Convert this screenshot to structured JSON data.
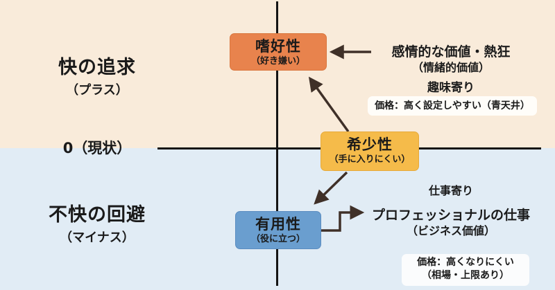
{
  "diagram": {
    "colors": {
      "upper_background": "#f9ebda",
      "lower_background": "#e1ecf5",
      "axis": "#141414",
      "arrow": "#3f3028",
      "hobby_box": "#e8834d",
      "rarity_box": "#f5bb4a",
      "utility_box": "#6a9ecf"
    },
    "y_axis_labels": {
      "plus": {
        "main": "快の追求",
        "sub": "（プラス）"
      },
      "zero": {
        "main": "0（現状）"
      },
      "minus": {
        "main": "不快の回避",
        "sub": "（マイナス）"
      }
    },
    "nodes": {
      "hobby": {
        "title": "嗜好性",
        "sub": "（好き嫌い）"
      },
      "rarity": {
        "title": "希少性",
        "sub": "（手に入りにくい）"
      },
      "utility": {
        "title": "有用性",
        "sub": "（役に立つ）"
      }
    },
    "upper_annotations": {
      "emotion": "感情的な価値・熱狂",
      "emotion_sub": "（情緒的価値）",
      "lean": "趣味寄り",
      "price": "価格：高く設定しやすい（青天井）"
    },
    "lower_annotations": {
      "lean": "仕事寄り",
      "pro": "プロフェッショナルの仕事",
      "pro_sub": "（ビジネス価値）",
      "price_line1": "価格：高くなりにくい",
      "price_line2": "（相場・上限あり）"
    },
    "edges": [
      {
        "from": "emotion",
        "to": "hobby"
      },
      {
        "from": "rarity",
        "to": "hobby"
      },
      {
        "from": "rarity",
        "to": "utility"
      },
      {
        "from": "utility",
        "to": "pro"
      }
    ]
  }
}
